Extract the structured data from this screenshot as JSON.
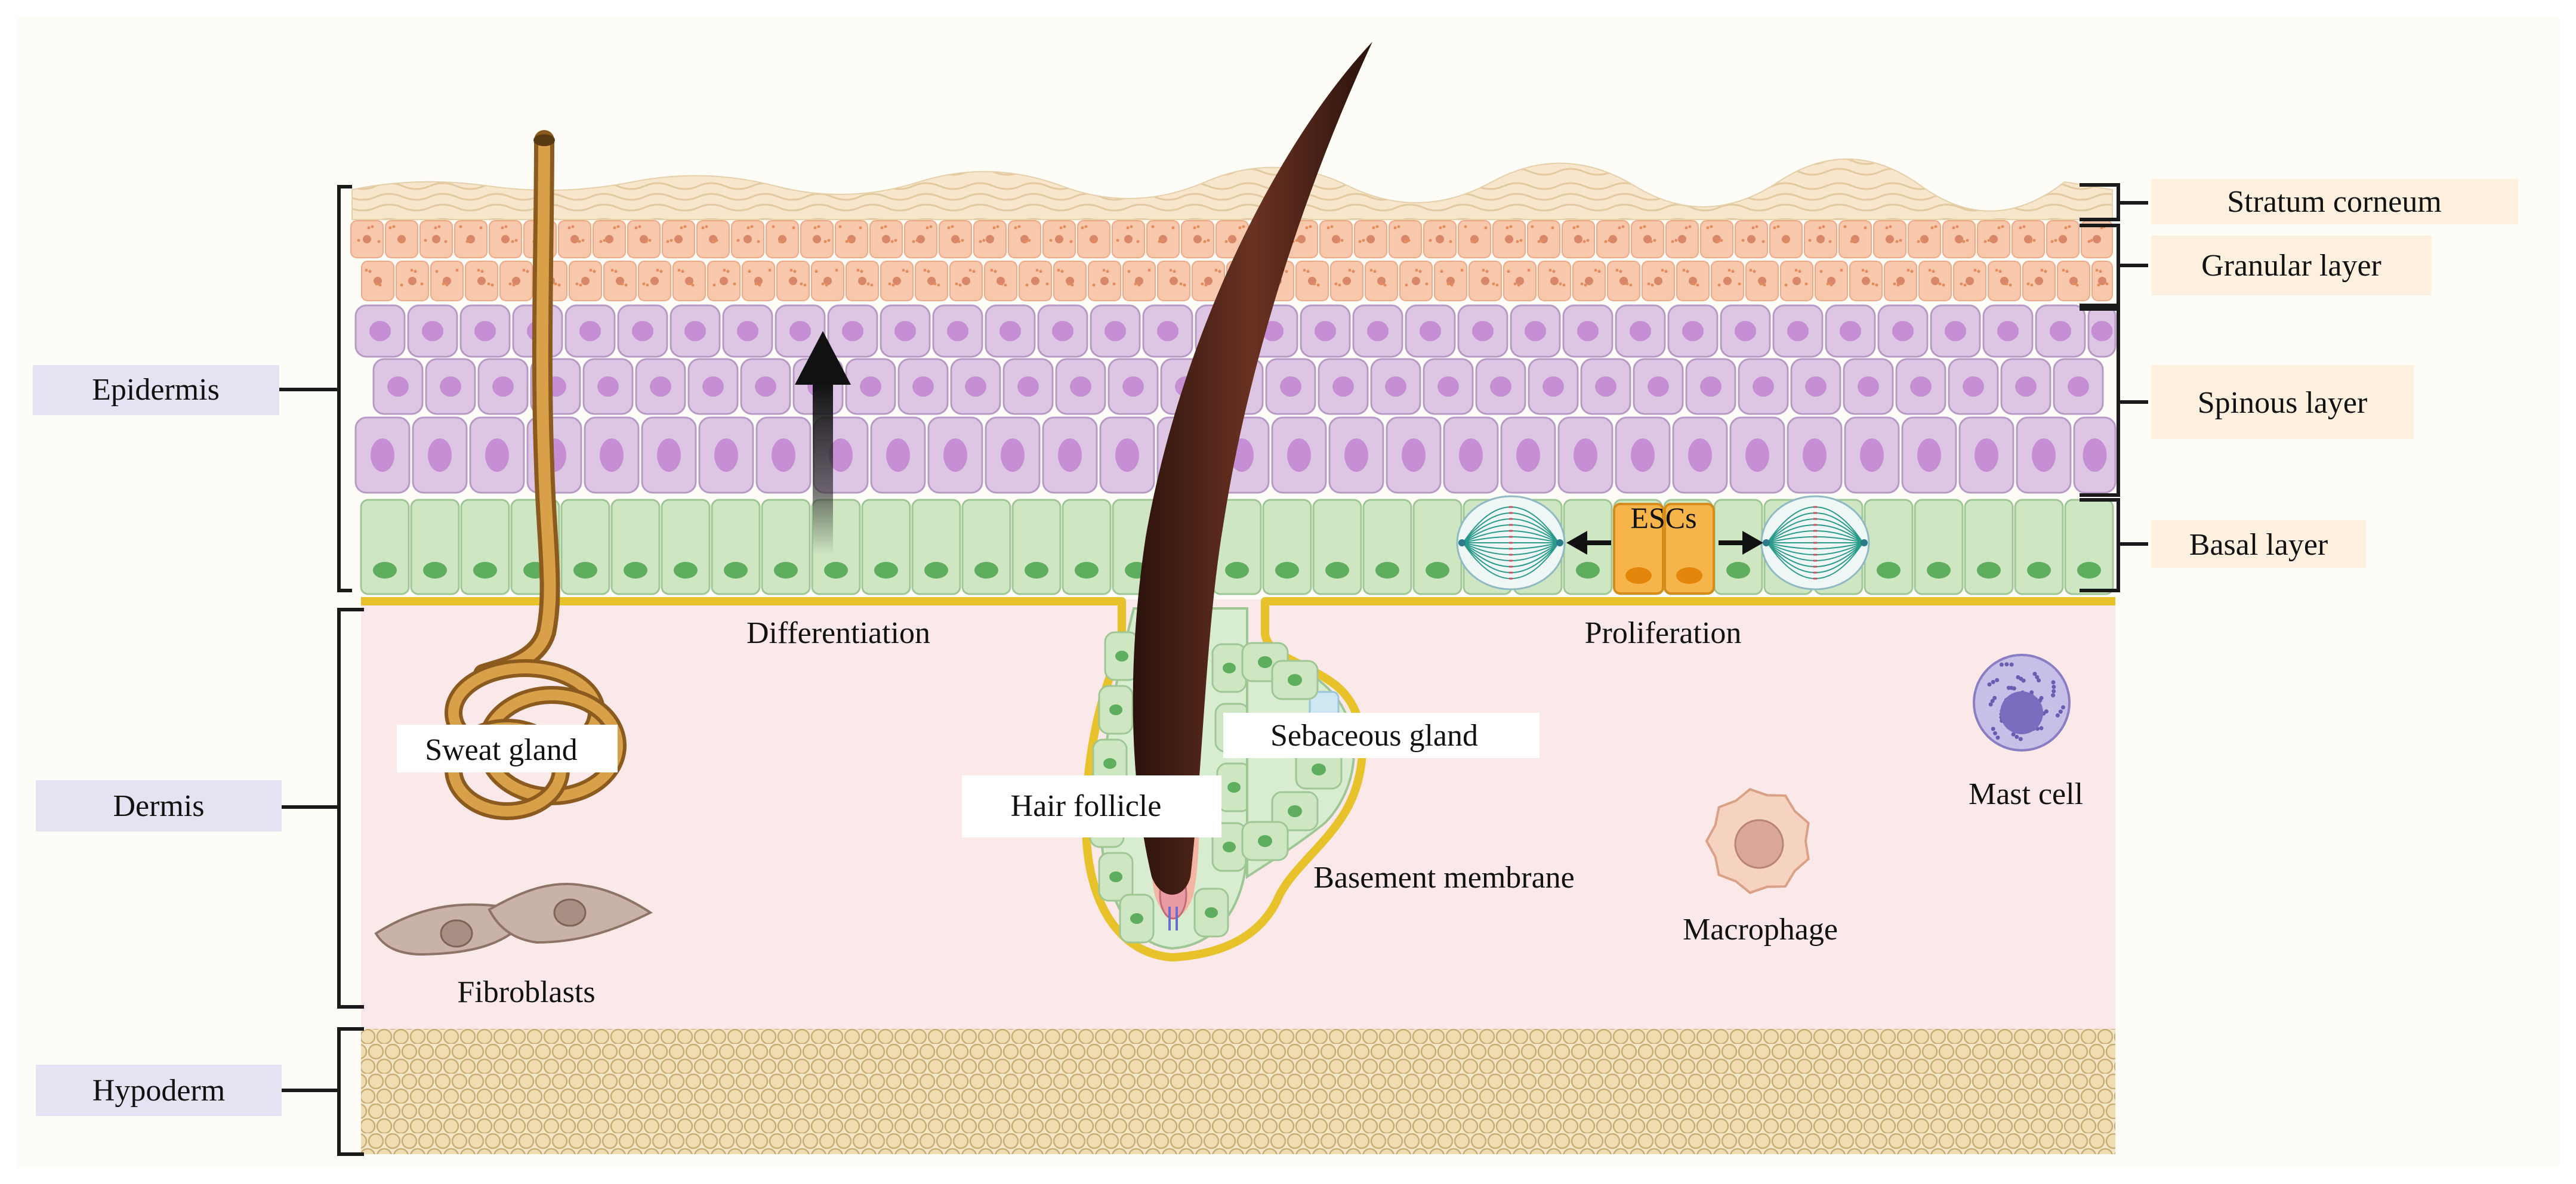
{
  "side_labels": {
    "epidermis": "Epidermis",
    "dermis": "Dermis",
    "hypoderm": "Hypoderm"
  },
  "layer_labels": {
    "stratum_corneum": "Stratum corneum",
    "granular": "Granular layer",
    "spinous": "Spinous layer",
    "basal": "Basal layer"
  },
  "annotations": {
    "escs": "ESCs",
    "differentiation": "Differentiation",
    "proliferation": "Proliferation",
    "sweat_gland": "Sweat gland",
    "sebaceous_gland": "Sebaceous gland",
    "hair_follicle": "Hair follicle",
    "basement_membrane": "Basement membrane",
    "fibroblasts": "Fibroblasts",
    "macrophage": "Macrophage",
    "mast_cell": "Mast cell"
  },
  "colors": {
    "background": "#fdfcf6",
    "label_box_lavender": "#e4e3f1",
    "label_box_peach": "#fdf0de",
    "stratum_corneum": "#f6e3c7",
    "granular_cell": "#f8c8ac",
    "spinous_cell": "#dcc6e4",
    "spinous_nucleus": "#c78fd3",
    "basal_cell": "#cfe6c2",
    "basal_nucleus": "#5fae5f",
    "esc_cell": "#f5b54a",
    "dermis": "#fbe9ea",
    "basement_membrane": "#e7c22a",
    "hypoderm": "#efdcb0",
    "hair_shaft": "#4a2318",
    "sweat_gland": "#c78a36",
    "fibroblast": "#c9b3a8",
    "macrophage": "#f1c9b5",
    "mast_cell": "#b3a4d9"
  }
}
